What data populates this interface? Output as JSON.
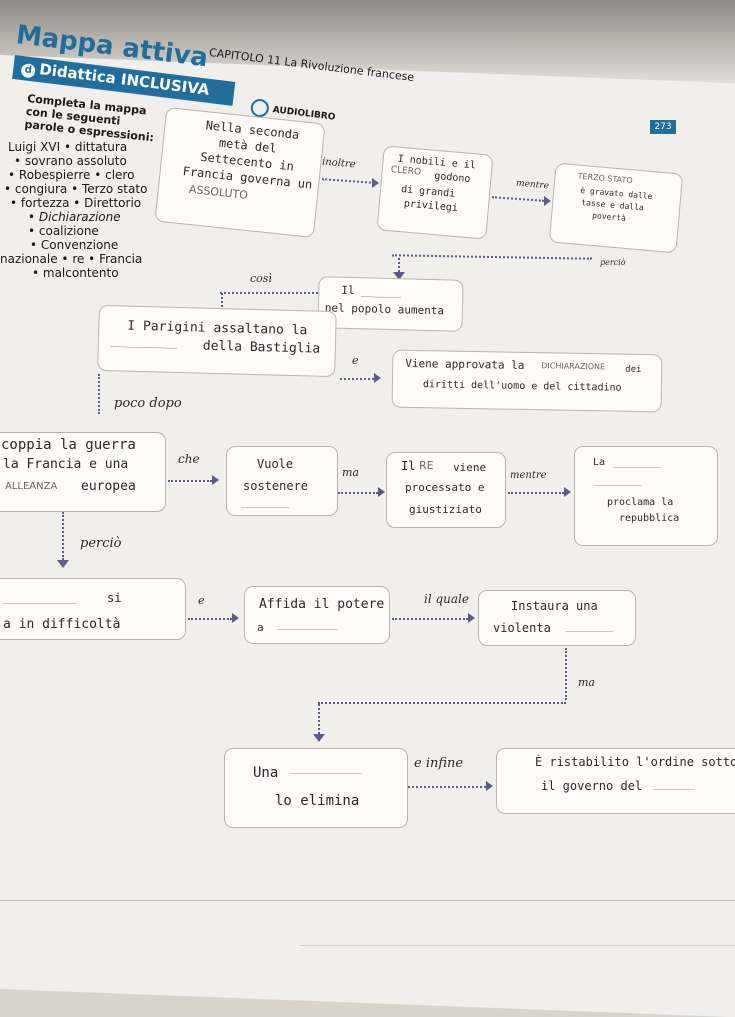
{
  "header": {
    "title": "Mappa attiva",
    "subtitle": "CAPITOLO 11 La Rivoluzione francese",
    "banner": "Didattica INCLUSIVA",
    "banner_icon": "d-icon",
    "audio": "AUDIOLIBRO",
    "page_number": "273"
  },
  "instructions": "Completa la mappa con le seguenti parole o espressioni:",
  "word_bank": [
    "Luigi XVI • dittatura",
    "• sovrano assoluto",
    "• Robespierre • clero",
    "• congiura • Terzo stato",
    "• fortezza • Direttorio",
    "• Dichiarazione",
    "• coalizione",
    "• Convenzione",
    "nazionale • re • Francia",
    "• malcontento"
  ],
  "map": {
    "b1": [
      "Nella seconda",
      "metà del",
      "Settecento in",
      "Francia governa un"
    ],
    "b1_handwritten": "ASSOLUTO",
    "c_inoltre": "inoltre",
    "b2": [
      "I nobili e il",
      "godono",
      "di grandi",
      "privilegi"
    ],
    "b2_handwritten": "CLERO",
    "c_mentre1": "mentre",
    "b3": [
      "è gravato dalle",
      "tasse e dalla",
      "povertà"
    ],
    "b3_handwritten": "TERZO STATO",
    "c_percio1": "perciò",
    "c_cosi": "così",
    "b4": [
      "Il",
      "nel popolo aumenta"
    ],
    "b5": [
      "I Parigini assaltano la",
      "della Bastiglia"
    ],
    "c_e1": "e",
    "b6": [
      "Viene approvata la",
      "dei",
      "diritti dell'uomo e del cittadino"
    ],
    "b6_handwritten": "DICHIARAZIONE",
    "c_poco": "poco dopo",
    "b7": [
      "coppia la guerra",
      "la Francia e una",
      "europea"
    ],
    "b7_handwritten": "ALLEANZA",
    "c_che": "che",
    "b8": [
      "Vuole",
      "sostenere"
    ],
    "c_ma1": "ma",
    "b9": [
      "Il",
      "viene",
      "processato e",
      "giustiziato"
    ],
    "b9_handwritten": "RE",
    "c_mentre2": "mentre",
    "b10": [
      "La",
      "proclama la",
      "repubblica"
    ],
    "c_percio2": "perciò",
    "b11": [
      "si",
      "a in difficoltà"
    ],
    "c_e2": "e",
    "b12": [
      "Affida il potere",
      "a"
    ],
    "c_ilquale": "il quale",
    "b13": [
      "Instaura una",
      "violenta"
    ],
    "c_ma2": "ma",
    "b14": [
      "Una",
      "lo elimina"
    ],
    "c_infine": "e infine",
    "b15": [
      "È ristabilito l'ordine sotto",
      "il governo del"
    ]
  }
}
